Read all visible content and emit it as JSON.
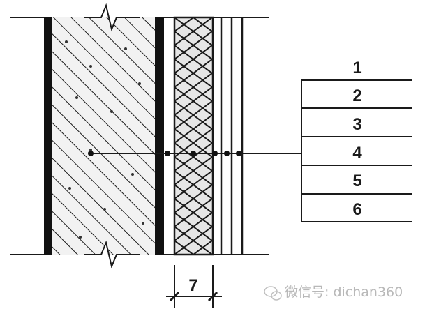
{
  "diagram": {
    "callouts": [
      "1",
      "2",
      "3",
      "4",
      "5",
      "6"
    ],
    "dimension_label": "7",
    "watermark": "微信号: dichan360",
    "colors": {
      "line": "#1a1a1a",
      "hatch_fill": "#e6e6e6",
      "watermark": "#b8b8b8"
    }
  }
}
